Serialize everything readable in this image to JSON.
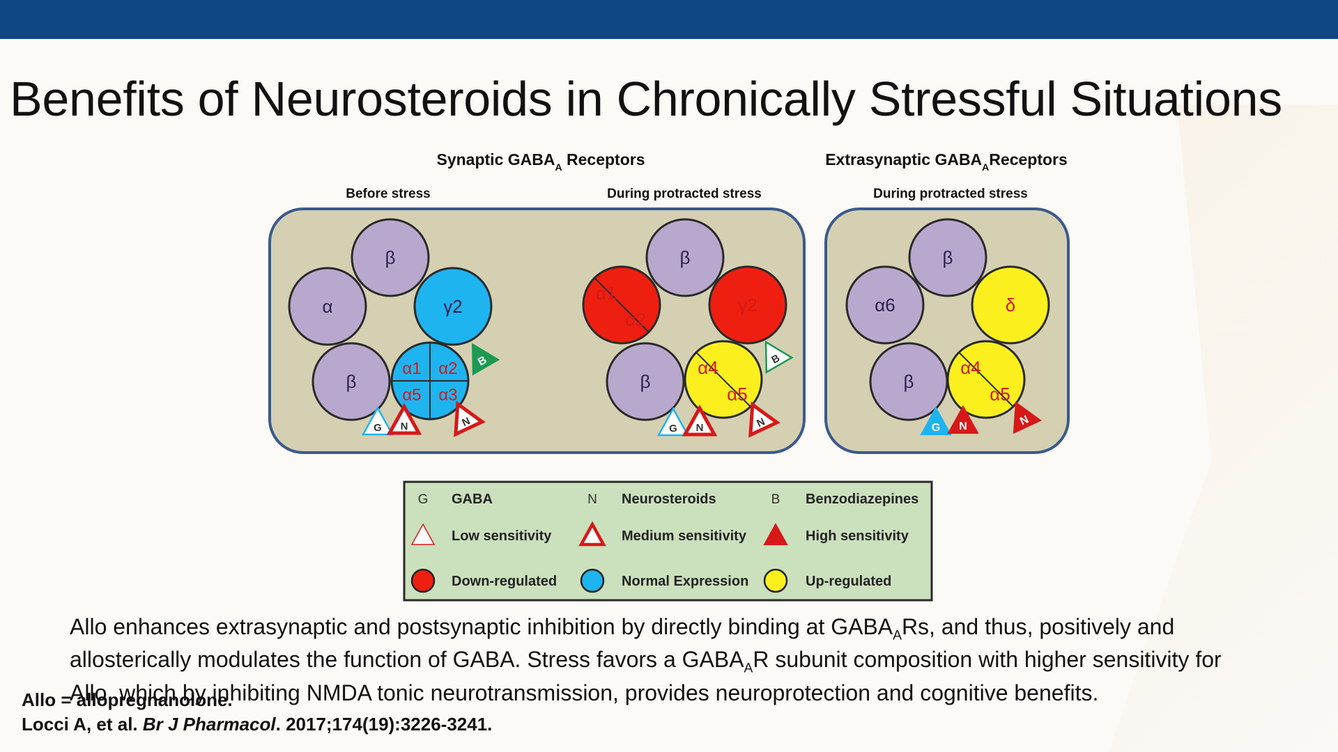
{
  "slide": {
    "title": "Benefits of Neurosteroids in Chronically Stressful Situations"
  },
  "diagram": {
    "colors": {
      "panel_fill": "#d5d0b2",
      "panel_border": "#3a5a8c",
      "purple": "#b9a8cd",
      "blue": "#1eb4f0",
      "red": "#ee1f10",
      "yellow": "#fbf01e",
      "label_dark": "#2b2050",
      "label_red": "#d71818",
      "green_marker": "#1a9a52",
      "legend_fill": "#cbe0bc",
      "legend_border": "#2a2a2a"
    },
    "groups": [
      {
        "title": "Synaptic GABA",
        "title_sub": "A",
        "title_rest": " Receptors"
      },
      {
        "title": "Extrasynaptic GABA",
        "title_sub": "A",
        "title_rest": "Receptors"
      }
    ],
    "columns": [
      {
        "label": "Before stress"
      },
      {
        "label": "During protracted stress"
      },
      {
        "label": "During protracted stress"
      }
    ],
    "receptors": [
      {
        "name": "before-stress",
        "subunits": [
          {
            "name": "beta-top",
            "labels": [
              "β"
            ],
            "color": "purple"
          },
          {
            "name": "alpha",
            "labels": [
              "α"
            ],
            "color": "purple"
          },
          {
            "name": "gamma2",
            "labels": [
              "γ2"
            ],
            "color": "blue"
          },
          {
            "name": "beta-bottom",
            "labels": [
              "β"
            ],
            "color": "purple"
          },
          {
            "name": "alpha-quad",
            "labels": [
              "α1",
              "α2",
              "α5",
              "α3"
            ],
            "color": "blue",
            "split": "quad"
          }
        ],
        "markers": [
          {
            "letter": "B",
            "sensitivity": "high",
            "color": "green"
          },
          {
            "letter": "G",
            "sensitivity": "low",
            "color": "blue"
          },
          {
            "letter": "N",
            "sensitivity": "medium",
            "color": "red"
          },
          {
            "letter": "N",
            "sensitivity": "medium",
            "color": "red"
          }
        ]
      },
      {
        "name": "during-stress-synaptic",
        "subunits": [
          {
            "name": "beta-top",
            "labels": [
              "β"
            ],
            "color": "purple"
          },
          {
            "name": "alpha1-alpha2",
            "labels": [
              "α1",
              "α2"
            ],
            "color": "red",
            "split": "diag"
          },
          {
            "name": "gamma2",
            "labels": [
              "γ2"
            ],
            "color": "red"
          },
          {
            "name": "beta-bottom",
            "labels": [
              "β"
            ],
            "color": "purple"
          },
          {
            "name": "alpha4-alpha5",
            "labels": [
              "α4",
              "α5"
            ],
            "color": "yellow",
            "split": "diag"
          }
        ],
        "markers": [
          {
            "letter": "B",
            "sensitivity": "low",
            "color": "green"
          },
          {
            "letter": "G",
            "sensitivity": "low",
            "color": "blue"
          },
          {
            "letter": "N",
            "sensitivity": "medium",
            "color": "red"
          },
          {
            "letter": "N",
            "sensitivity": "medium",
            "color": "red"
          }
        ]
      },
      {
        "name": "during-stress-extrasynaptic",
        "subunits": [
          {
            "name": "beta-top",
            "labels": [
              "β"
            ],
            "color": "purple"
          },
          {
            "name": "alpha6",
            "labels": [
              "α6"
            ],
            "color": "purple"
          },
          {
            "name": "delta",
            "labels": [
              "δ"
            ],
            "color": "yellow"
          },
          {
            "name": "beta-bottom",
            "labels": [
              "β"
            ],
            "color": "purple"
          },
          {
            "name": "alpha4-alpha5",
            "labels": [
              "α4",
              "α5"
            ],
            "color": "yellow",
            "split": "diag"
          }
        ],
        "markers": [
          {
            "letter": "G",
            "sensitivity": "high",
            "color": "blue"
          },
          {
            "letter": "N",
            "sensitivity": "high",
            "color": "red"
          },
          {
            "letter": "N",
            "sensitivity": "high",
            "color": "red"
          }
        ]
      }
    ],
    "legend": [
      {
        "symbol": "G",
        "label": "GABA"
      },
      {
        "symbol": "N",
        "label": "Neurosteroids"
      },
      {
        "symbol": "B",
        "label": "Benzodiazepines"
      },
      {
        "symbol": "triangle-low",
        "label": "Low sensitivity"
      },
      {
        "symbol": "triangle-medium",
        "label": "Medium sensitivity"
      },
      {
        "symbol": "triangle-high",
        "label": "High sensitivity"
      },
      {
        "symbol": "circle-red",
        "label": "Down-regulated"
      },
      {
        "symbol": "circle-blue",
        "label": "Normal Expression"
      },
      {
        "symbol": "circle-yellow",
        "label": "Up-regulated"
      }
    ]
  },
  "body": {
    "p1": "Allo enhances extrasynaptic and postsynaptic inhibition by directly binding at GABA",
    "p1_sub": "A",
    "p2": "Rs, and thus, positively and allosterically modulates the function of GABA. Stress favors a GABA",
    "p2_sub": "A",
    "p3": "R subunit composition with higher sensitivity for Allo, which by inhibiting NMDA tonic neurotransmission, provides neuroprotection and cognitive benefits."
  },
  "footer": {
    "abbrev": "Allo = allopregnanolone.",
    "citation_authors": "Locci A, et al.",
    "citation_journal": "Br J Pharmacol",
    "citation_rest": ". 2017;174(19):3226-3241."
  }
}
